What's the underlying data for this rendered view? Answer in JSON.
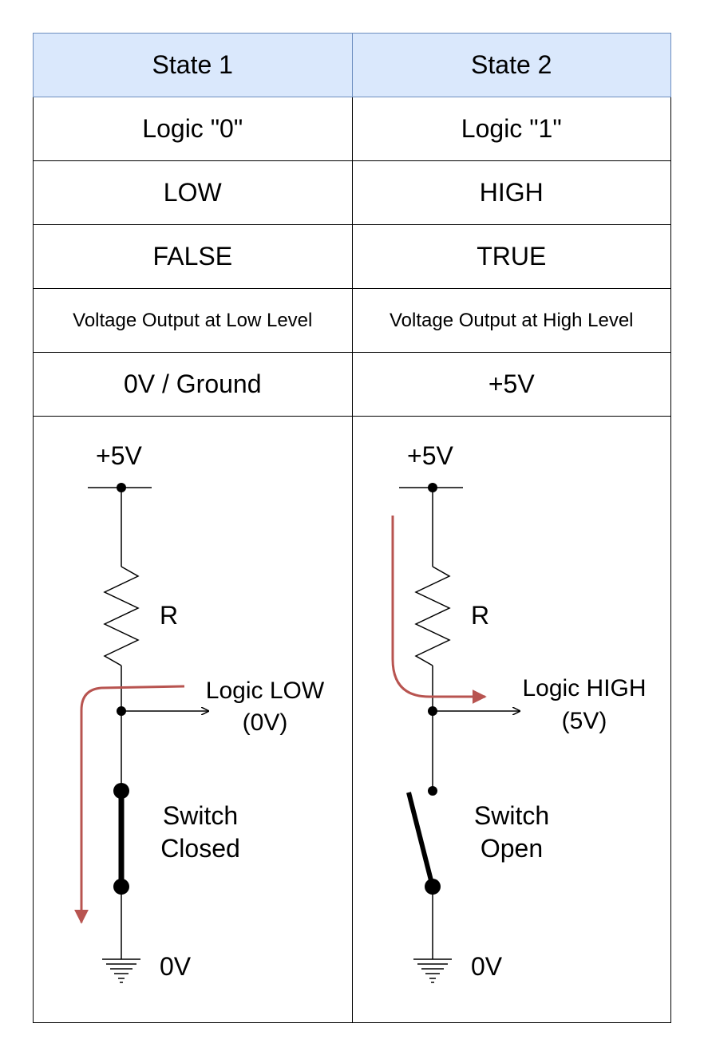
{
  "headers": [
    "State 1",
    "State 2"
  ],
  "rows": [
    [
      "Logic \"0\"",
      "Logic \"1\""
    ],
    [
      "LOW",
      "HIGH"
    ],
    [
      "FALSE",
      "TRUE"
    ],
    [
      "Voltage Output at Low Level",
      "Voltage Output at High Level"
    ],
    [
      "0V / Ground",
      "+5V"
    ]
  ],
  "circuits": [
    {
      "supply_label": "+5V",
      "resistor_label": "R",
      "output_label_line1": "Logic LOW",
      "output_label_line2": "(0V)",
      "switch_label_line1": "Switch",
      "switch_label_line2": "Closed",
      "ground_label": "0V",
      "switch_state": "closed"
    },
    {
      "supply_label": "+5V",
      "resistor_label": "R",
      "output_label_line1": "Logic HIGH",
      "output_label_line2": "(5V)",
      "switch_label_line1": "Switch",
      "switch_label_line2": "Open",
      "ground_label": "0V",
      "switch_state": "open"
    }
  ],
  "colors": {
    "header_fill": "#dae8fc",
    "header_border": "#6c8ebf",
    "current_arrow": "#b85450"
  }
}
